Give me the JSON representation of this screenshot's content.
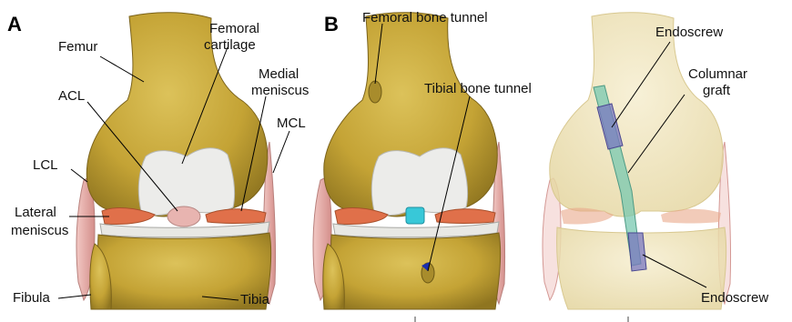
{
  "figure": {
    "panel_a": {
      "letter": "A",
      "labels": {
        "femur": "Femur",
        "femoral_cartilage_1": "Femoral",
        "femoral_cartilage_2": "cartilage",
        "medial_meniscus_1": "Medial",
        "medial_meniscus_2": "meniscus",
        "acl": "ACL",
        "mcl": "MCL",
        "lcl": "LCL",
        "lateral_meniscus_1": "Lateral",
        "lateral_meniscus_2": "meniscus",
        "fibula": "Fibula",
        "tibia": "Tibia"
      }
    },
    "panel_b": {
      "letter": "B",
      "labels": {
        "femoral_tunnel": "Femoral bone tunnel",
        "tibial_tunnel": "Tibial bone tunnel"
      }
    },
    "panel_c": {
      "labels": {
        "endoscrew_top": "Endoscrew",
        "columnar_graft_1": "Columnar",
        "columnar_graft_2": "graft",
        "endoscrew_bottom": "Endoscrew"
      }
    },
    "colors": {
      "bone": "#c9aa3c",
      "bone_shadow": "#8f7520",
      "cartilage": "#ececea",
      "meniscus": "#e0704a",
      "ligament": "#e8b0ac",
      "acl": "#e8b4b0",
      "tunnel": "#38c8d8",
      "transparent_bone": "#efe4b8",
      "screw": "#7a78c0",
      "graft": "#78c8b0"
    }
  }
}
